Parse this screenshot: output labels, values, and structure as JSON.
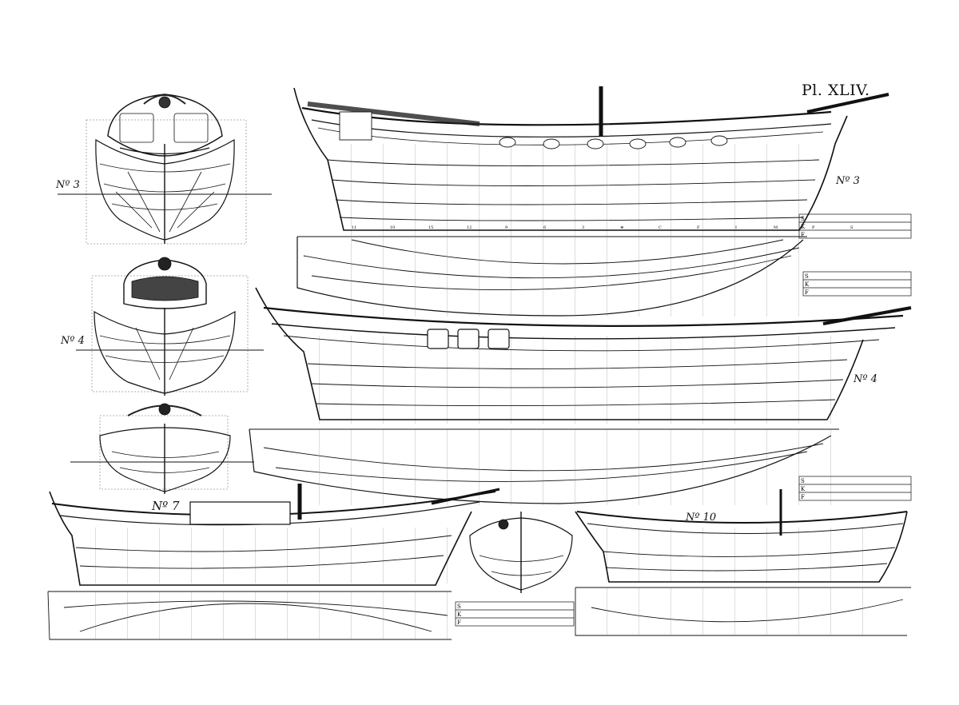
{
  "plate": {
    "title": "Pl. XLIV."
  },
  "labels": {
    "stern_3": "Nº 3",
    "profile_3": "Nº 3",
    "stern_4": "Nº 4",
    "profile_4": "Nº 4",
    "profile_7": "Nº 7",
    "profile_10": "Nº 10"
  },
  "scale_letters": [
    "S",
    "K",
    "F"
  ],
  "station_marks": [
    "11",
    "10",
    "15",
    "12",
    "9",
    "6",
    "3",
    "⊕",
    "C",
    "F",
    "I",
    "M",
    "P",
    "S"
  ],
  "colors": {
    "ink": "#111111",
    "paper": "#ffffff",
    "grid": "#555555"
  }
}
